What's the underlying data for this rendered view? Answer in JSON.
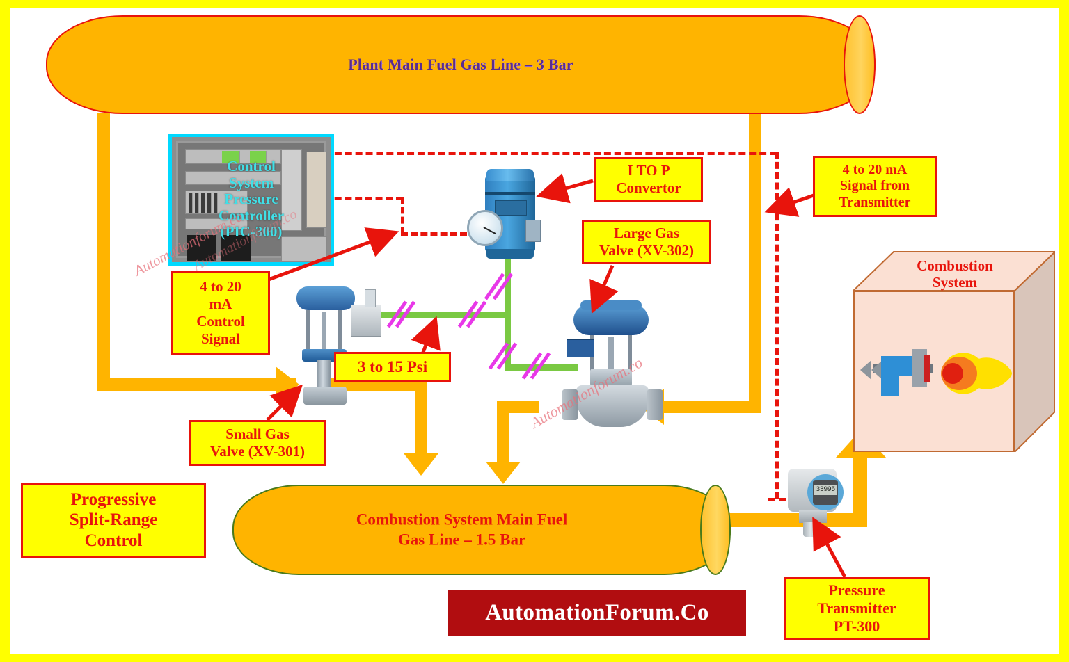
{
  "frame": {
    "border_color": "#ffff00",
    "background": "#ffffff"
  },
  "pipes": {
    "top": {
      "label": "Plant Main Fuel Gas Line – 3 Bar",
      "fill": "#ffb400",
      "border": "#e8140c",
      "text_color": "#5b2d8e"
    },
    "bottom": {
      "label_line1": "Combustion System Main Fuel",
      "label_line2": "Gas Line – 1.5 Bar",
      "fill": "#ffb400",
      "border": "#4a7a1b",
      "text_color": "#e8140c"
    }
  },
  "controller": {
    "line1": "Control",
    "line2": "System",
    "line3": "Pressure",
    "line4": "Controller",
    "line5": "(PIC-300)",
    "text_color": "#40e0e8",
    "frame_color": "#00d9ff"
  },
  "labels": {
    "itop": "I TO P\nConvertor",
    "itop_l1": "I TO P",
    "itop_l2": "Convertor",
    "signal_from_transmitter_l1": "4 to 20 mA",
    "signal_from_transmitter_l2": "Signal from",
    "signal_from_transmitter_l3": "Transmitter",
    "large_valve_l1": "Large Gas",
    "large_valve_l2": "Valve (XV-302)",
    "control_signal_l1": "4 to 20",
    "control_signal_l2": "mA",
    "control_signal_l3": "Control",
    "control_signal_l4": "Signal",
    "psi": "3 to 15 Psi",
    "small_valve_l1": "Small Gas",
    "small_valve_l2": "Valve (XV-301)",
    "split_range_l1": "Progressive",
    "split_range_l2": "Split-Range",
    "split_range_l3": "Control",
    "pressure_transmitter_l1": "Pressure",
    "pressure_transmitter_l2": "Transmitter",
    "pressure_transmitter_l3": "PT-300",
    "box_fill": "#ffff00",
    "box_border": "#e8140c",
    "box_text": "#e8140c"
  },
  "combustion": {
    "title_l1": "Combustion",
    "title_l2": "System",
    "fill": "#fbe0d3",
    "border": "#c06a32",
    "text_color": "#e8140c"
  },
  "transmitter": {
    "display_value": "33995",
    "ring_color": "#5aa8d8"
  },
  "logo": {
    "text": "AutomationForum.Co",
    "background": "#b10d10",
    "text_color": "#ffffff"
  },
  "watermarks": {
    "w1": "Automationforum.co",
    "w2": "Automationforum.co",
    "w3": "Automationforum.co"
  },
  "signal_colors": {
    "process_pipe": "#ffb400",
    "electrical_dashed": "#e8140c",
    "pneumatic": "#7ac943",
    "pneumatic_hash": "#e838e8"
  }
}
